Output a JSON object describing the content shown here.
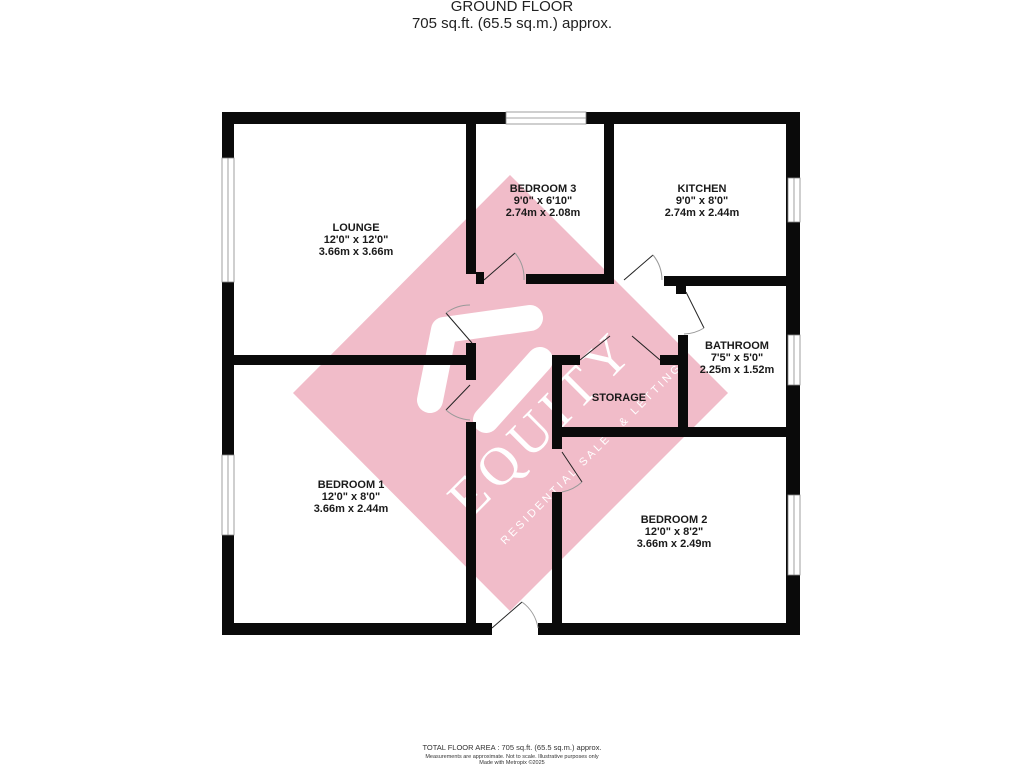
{
  "header": {
    "title": "GROUND FLOOR",
    "area": "705 sq.ft. (65.5 sq.m.) approx."
  },
  "watermark": {
    "brand": "EQUITY",
    "tagline": "RESIDENTIAL SALES & LETTINGS",
    "color": "#f0b6c4"
  },
  "rooms": [
    {
      "name": "LOUNGE",
      "imperial": "12'0\"  x 12'0\"",
      "metric": "3.66m  x 3.66m"
    },
    {
      "name": "BEDROOM 3",
      "imperial": "9'0\"  x 6'10\"",
      "metric": "2.74m  x 2.08m"
    },
    {
      "name": "KITCHEN",
      "imperial": "9'0\"  x 8'0\"",
      "metric": "2.74m  x 2.44m"
    },
    {
      "name": "BATHROOM",
      "imperial": "7'5\"  x 5'0\"",
      "metric": "2.25m  x 1.52m"
    },
    {
      "name": "STORAGE",
      "imperial": "",
      "metric": ""
    },
    {
      "name": "BEDROOM 1",
      "imperial": "12'0\"  x 8'0\"",
      "metric": "3.66m  x 2.44m"
    },
    {
      "name": "BEDROOM 2",
      "imperial": "12'0\"  x 8'2\"",
      "metric": "3.66m  x 2.49m"
    }
  ],
  "footer": {
    "total": "TOTAL FLOOR AREA : 705 sq.ft. (65.5 sq.m.) approx.",
    "disclaimer": "Measurements are approximate.  Not to scale.  Illustrative purposes only",
    "made_with": "Made with Metropix ©2025"
  }
}
